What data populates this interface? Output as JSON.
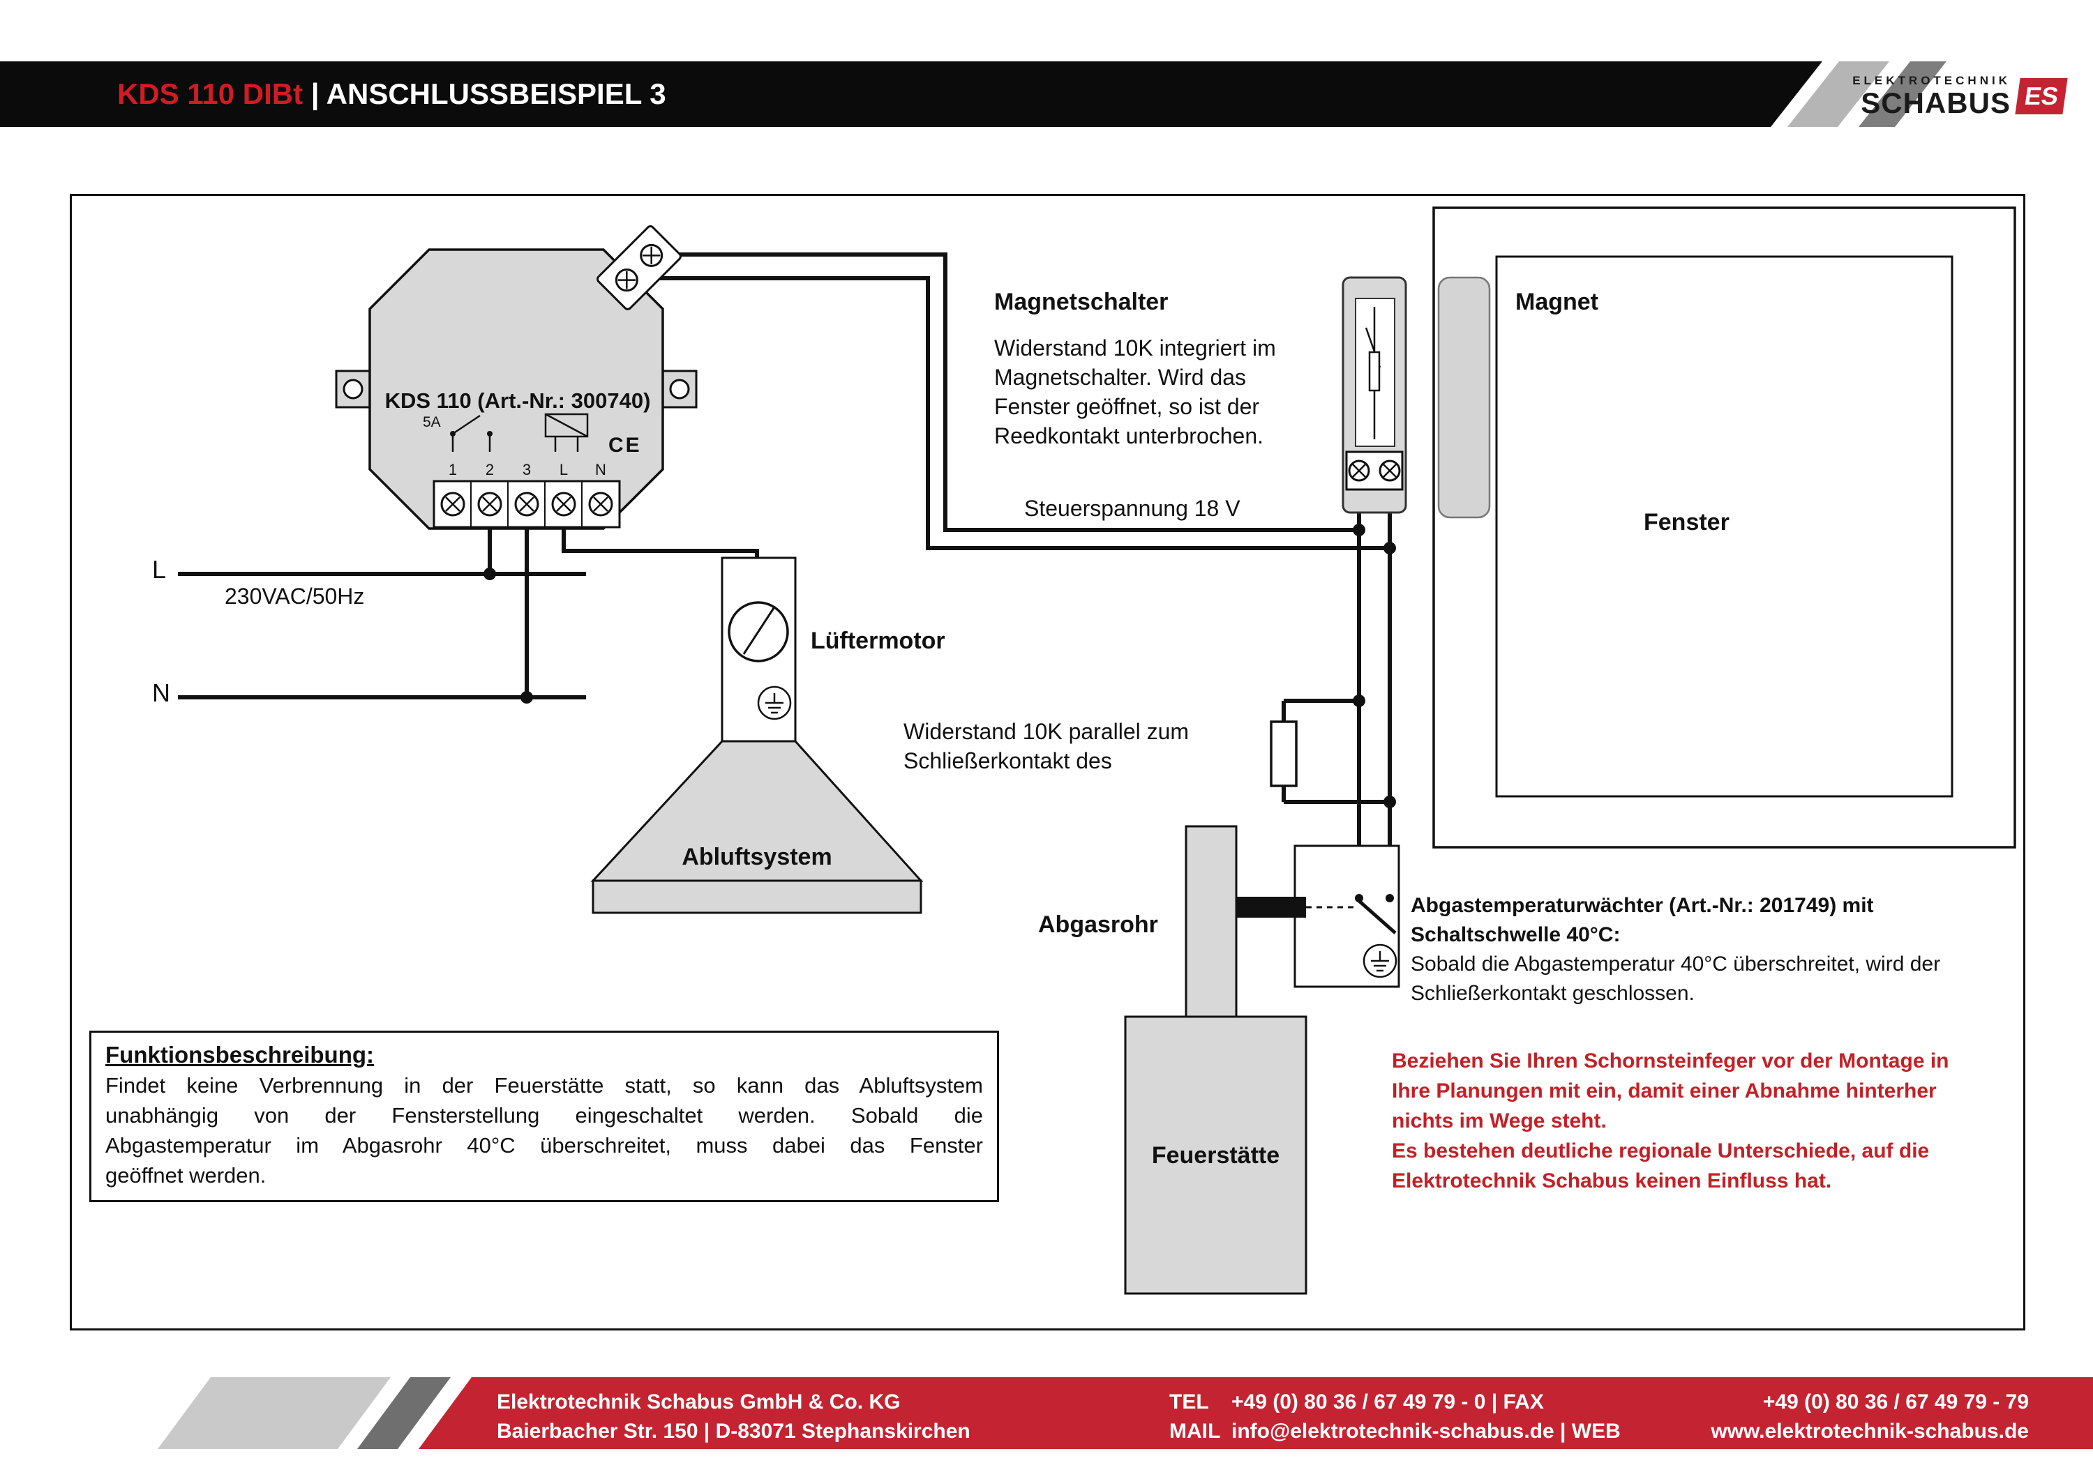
{
  "header": {
    "title_model": "KDS 110 DIBt",
    "title_divider": "|",
    "title_page": "ANSCHLUSSBEISPIEL 3",
    "logo_line1": "ELEKTROTECHNIK",
    "logo_line2": "SCHABUS",
    "logo_badge": "ES"
  },
  "diagram": {
    "kds_label": "KDS 110 (Art.-Nr.: 300740)",
    "kds_fuse": "5A",
    "kds_terminals": [
      "1",
      "2",
      "3",
      "L",
      "N"
    ],
    "kds_ce": "CE",
    "line_l": "L",
    "line_n": "N",
    "voltage": "230VAC/50Hz",
    "magnetschalter_title": "Magnetschalter",
    "magnetschalter_lines": [
      "Widerstand 10K integriert im",
      "Magnetschalter. Wird das",
      "Fenster geöffnet, so ist der",
      "Reedkontakt unterbrochen."
    ],
    "steuerspannung": "Steuerspannung 18 V",
    "magnet_label": "Magnet",
    "fenster_label": "Fenster",
    "luefter_label": "Lüftermotor",
    "abluft_label": "Abluftsystem",
    "widerstand_lines": [
      "Widerstand 10K parallel zum",
      "Schließerkontakt des"
    ],
    "abgasrohr_label": "Abgasrohr",
    "feuerstaette_label": "Feuerstätte",
    "waechter_title_lines": [
      "Abgastemperaturwächter (Art.-Nr.: 201749) mit",
      "Schaltschwelle 40°C:"
    ],
    "waechter_body_lines": [
      "Sobald die Abgastemperatur 40°C überschreitet, wird der",
      "Schließerkontakt geschlossen."
    ],
    "warning_lines": [
      "Beziehen Sie Ihren Schornsteinfeger vor der Montage in",
      "Ihre Planungen mit ein, damit einer Abnahme hinterher",
      "nichts im Wege steht.",
      "Es bestehen deutliche regionale Unterschiede, auf die",
      "Elektrotechnik Schabus keinen Einfluss hat."
    ],
    "funktion_title": "Funktionsbeschreibung:",
    "funktion_lines": [
      "Findet keine Verbrennung in der Feuerstätte statt, so kann das Abluftsystem",
      "unabhängig von der Fensterstellung eingeschaltet werden. Sobald die",
      "Abgastemperatur im Abgasrohr 40°C überschreitet, muss dabei das Fenster",
      "geöffnet werden."
    ]
  },
  "footer": {
    "company": "Elektrotechnik Schabus GmbH & Co. KG",
    "address": "Baierbacher Str. 150 | D-83071 Stephanskirchen",
    "tel_label": "TEL",
    "tel_value": "+49 (0) 80 36 / 67 49 79 - 0 | FAX",
    "fax_value": "+49 (0) 80 36 / 67 49 79 - 79",
    "mail_label": "MAIL",
    "mail_value": "info@elektrotechnik-schabus.de | WEB",
    "web_value": "www.elektrotechnik-schabus.de"
  },
  "colors": {
    "brand_red": "#d11c24",
    "warning_red": "#c32026",
    "footer_red": "#c42432",
    "component_gray": "#d8d8d8"
  }
}
